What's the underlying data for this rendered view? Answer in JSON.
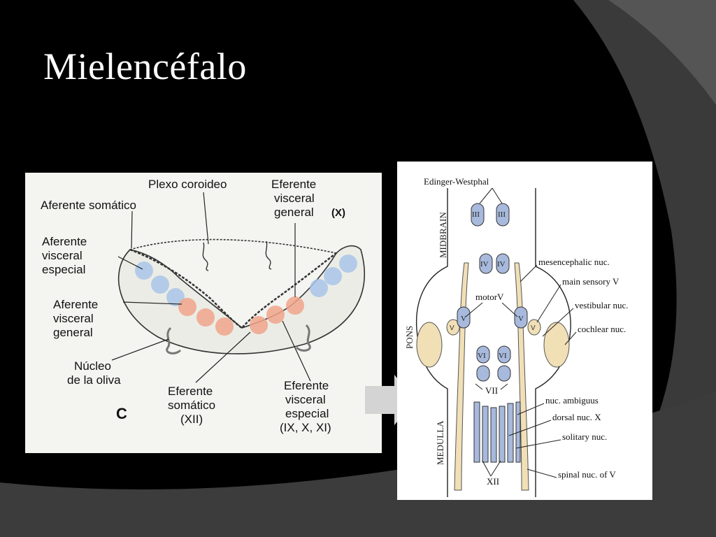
{
  "slide": {
    "title": "Mielencéfalo"
  },
  "left_diagram": {
    "labels": {
      "plexo": "Plexo coroideo",
      "aferente_somatico": "Aferente somático",
      "eferente_visceral_general_1": "Eferente",
      "eferente_visceral_general_2": "visceral",
      "eferente_visceral_general_3": "general",
      "x_tag": "(X)",
      "aves_1": "Aferente",
      "aves_2": "visceral",
      "aves_3": "especial",
      "avg_1": "Aferente",
      "avg_2": "visceral",
      "avg_3": "general",
      "oliva_1": "Núcleo",
      "oliva_2": "de la oliva",
      "es_1": "Eferente",
      "es_2": "somático",
      "es_3": "(XII)",
      "eve_1": "Eferente",
      "eve_2": "visceral",
      "eve_3": "especial",
      "eve_4": "(IX, X, XI)",
      "panel_letter": "C"
    },
    "colors": {
      "afferent": "#a9c6e8",
      "efferent": "#f0a58a"
    }
  },
  "right_diagram": {
    "labels": {
      "edinger": "Edinger-Westphal",
      "midbrain": "MIDBRAIN",
      "pons": "PONS",
      "medulla": "MEDULLA",
      "n3": "III",
      "n4": "IV",
      "n5": "V",
      "n6": "VI",
      "n7": "VII",
      "n12": "XII",
      "motor_v": "motorV",
      "mesencephalic": "mesencephalic nuc.",
      "main_sensory": "main sensory V",
      "vestibular": "vestibular nuc.",
      "cochlear": "cochlear nuc.",
      "ambiguus": "nuc. ambiguus",
      "dorsal": "dorsal nuc. X",
      "solitary": "solitary nuc.",
      "spinal": "spinal nuc. of V"
    },
    "colors": {
      "motor": "#a7b9dc",
      "sensory": "#f1dfb6"
    }
  }
}
